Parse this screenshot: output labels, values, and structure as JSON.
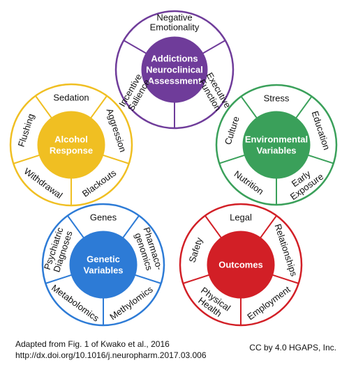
{
  "circles": [
    {
      "id": "addictions",
      "color": "#6f3c9a",
      "center_lines": [
        "Addictions",
        "Neuroclinical",
        "Assessment"
      ],
      "segments": [
        {
          "lines": [
            "Incentive",
            "Salience"
          ]
        },
        {
          "lines": [
            "Executive",
            "Function"
          ]
        },
        {
          "lines": [
            "Negative",
            "Emotionality"
          ]
        }
      ]
    },
    {
      "id": "alcohol",
      "color": "#f0bf22",
      "center_lines": [
        "Alcohol",
        "Response"
      ],
      "segments": [
        {
          "lines": [
            "Sedation"
          ]
        },
        {
          "lines": [
            "Aggression"
          ]
        },
        {
          "lines": [
            "Blackouts"
          ]
        },
        {
          "lines": [
            "Withdrawal"
          ]
        },
        {
          "lines": [
            "Flushing"
          ]
        }
      ]
    },
    {
      "id": "environmental",
      "color": "#3aa05a",
      "center_lines": [
        "Environmental",
        "Variables"
      ],
      "segments": [
        {
          "lines": [
            "Stress"
          ]
        },
        {
          "lines": [
            "Education"
          ]
        },
        {
          "lines": [
            "Early",
            "Exposure"
          ]
        },
        {
          "lines": [
            "Nutrition"
          ]
        },
        {
          "lines": [
            "Culture"
          ]
        }
      ]
    },
    {
      "id": "genetic",
      "color": "#2d7bd6",
      "center_lines": [
        "Genetic",
        "Variables"
      ],
      "segments": [
        {
          "lines": [
            "Genes"
          ]
        },
        {
          "lines": [
            "Pharmaco-",
            "genomics"
          ]
        },
        {
          "lines": [
            "Methylomics"
          ]
        },
        {
          "lines": [
            "Metabolomics"
          ]
        },
        {
          "lines": [
            "Psychiatric",
            "Diagnoses"
          ]
        }
      ]
    },
    {
      "id": "outcomes",
      "color": "#d21f26",
      "center_lines": [
        "Outcomes"
      ],
      "segments": [
        {
          "lines": [
            "Legal"
          ]
        },
        {
          "lines": [
            "Relationships"
          ]
        },
        {
          "lines": [
            "Employment"
          ]
        },
        {
          "lines": [
            "Physical",
            "Health"
          ]
        },
        {
          "lines": [
            "Safety"
          ]
        }
      ]
    }
  ],
  "credit": {
    "line1": "Adapted from Fig. 1 of Kwako et al., 2016",
    "line2": "http://dx.doi.org/10.1016/j.neuropharm.2017.03.006",
    "license": "CC by 4.0 HGAPS, Inc."
  }
}
